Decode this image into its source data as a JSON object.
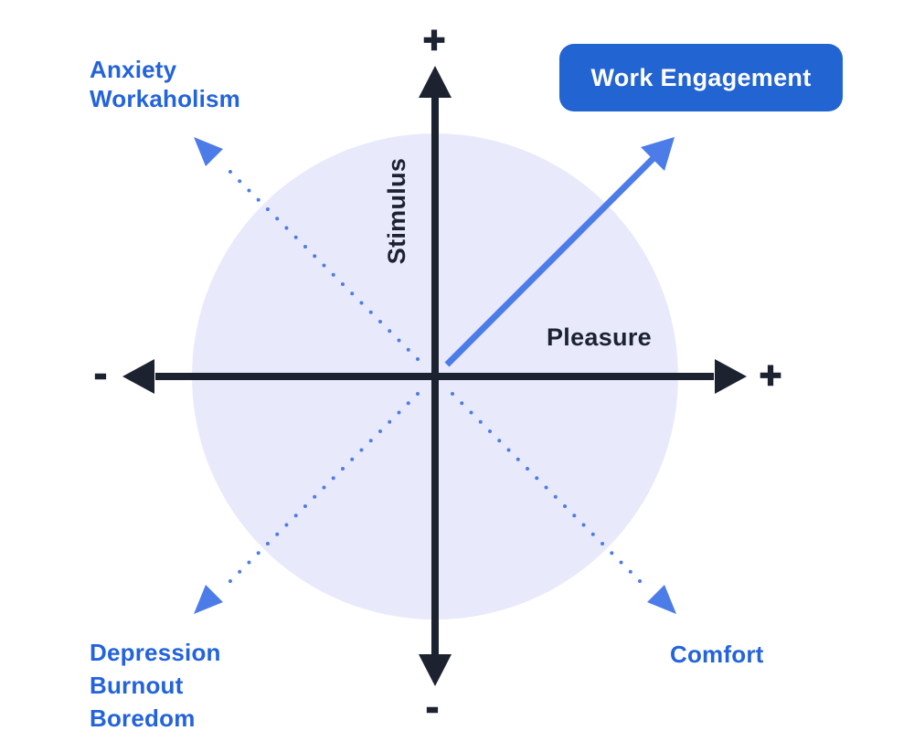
{
  "badge": {
    "label": "Work Engagement"
  },
  "axes": {
    "vertical": {
      "label": "Stimulus",
      "positive": "+",
      "negative": "-"
    },
    "horizontal": {
      "label": "Pleasure",
      "positive": "+",
      "negative": "-"
    }
  },
  "quadrants": {
    "top_left": {
      "lines": [
        "Anxiety",
        "Workaholism"
      ]
    },
    "bottom_left": {
      "lines": [
        "Depression",
        "Burnout",
        "Boredom"
      ]
    },
    "bottom_right": {
      "lines": [
        "Comfort"
      ]
    }
  },
  "colors": {
    "background": "#FFFFFF",
    "circle_fill": "#E8EAFB",
    "axis_navy": "#1D2231",
    "label_blue": "#2363DC",
    "badge_blue": "#2264D2",
    "arrow_blue": "#4C7CE8"
  }
}
